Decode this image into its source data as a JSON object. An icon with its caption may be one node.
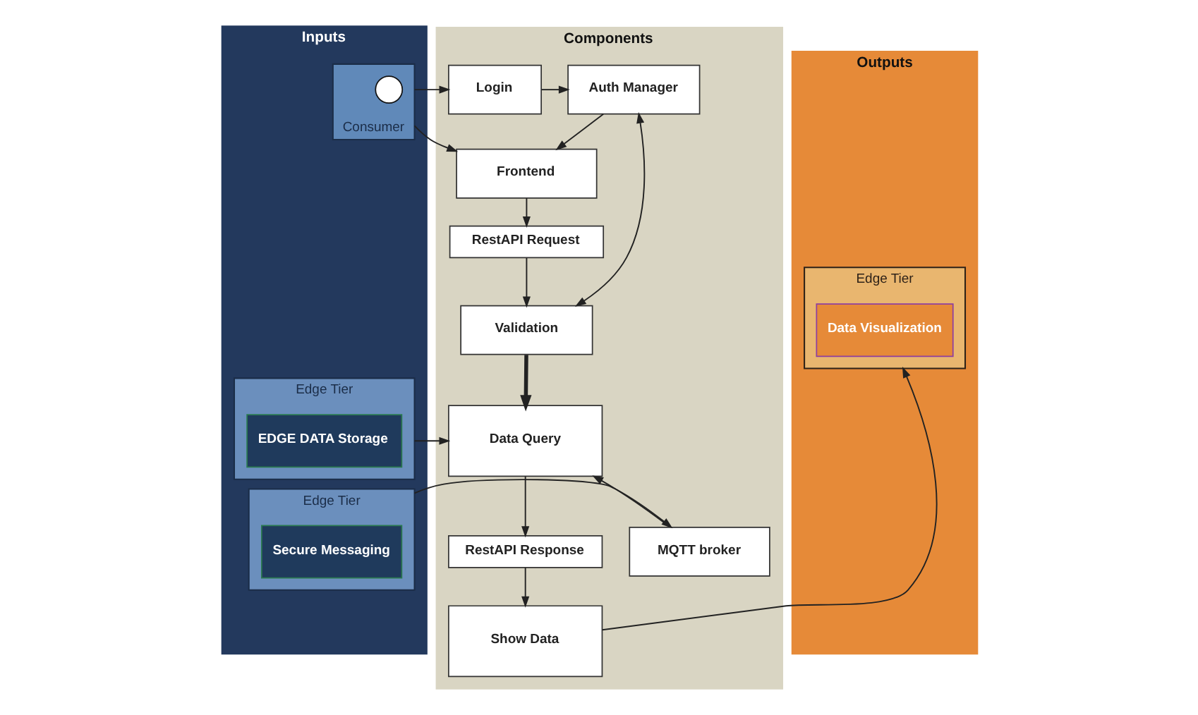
{
  "diagram": {
    "nodes": [
      {
        "text": [
          "Inputs"
        ]
      },
      {
        "text": [
          "Consumer"
        ],
        "in": 0
      },
      {
        "text": [],
        "shape": "person",
        "in": 1
      },
      {
        "text": [
          "Edge Tier"
        ],
        "in": 0
      },
      {
        "text": [
          "EDGE DATA Storage"
        ],
        "in": 3
      },
      {
        "text": [
          "Edge Tier"
        ],
        "in": 0
      },
      {
        "text": [
          "Secure Messaging"
        ],
        "in": 5
      },
      {
        "text": [
          "Components"
        ]
      },
      {
        "text": [
          "Login"
        ],
        "in": 7
      },
      {
        "text": [
          "Auth Manager"
        ],
        "in": 7
      },
      {
        "text": [
          "Frontend"
        ],
        "in": 7
      },
      {
        "text": [
          "RestAPI Request"
        ],
        "in": 7
      },
      {
        "text": [
          "Validation"
        ],
        "in": 7
      },
      {
        "text": [
          "Data Query"
        ],
        "in": 7
      },
      {
        "text": [
          "MQTT broker"
        ],
        "in": 7
      },
      {
        "text": [
          "RestAPI Response"
        ],
        "in": 7
      },
      {
        "text": [
          "Show Data"
        ],
        "in": 7
      },
      {
        "text": [
          "Outputs"
        ]
      },
      {
        "text": [
          "Edge Tier"
        ],
        "in": 17
      },
      {
        "text": [
          "Data Visualization"
        ],
        "in": 18
      }
    ],
    "edges": [
      {
        "from": 1,
        "to": 8,
        "arrow": "to"
      },
      {
        "from": 1,
        "to": 10,
        "arrow": "to"
      },
      {
        "from": 8,
        "to": 9,
        "arrow": "to"
      },
      {
        "from": 9,
        "to": 10,
        "arrow": "to"
      },
      {
        "from": 10,
        "to": 11,
        "arrow": "to"
      },
      {
        "from": 11,
        "to": 12,
        "arrow": "to"
      },
      {
        "from": 9,
        "to": 12,
        "arrow": "both"
      },
      {
        "from": 12,
        "to": 13,
        "arrow": "to",
        "style": "thick"
      },
      {
        "from": 3,
        "to": 13,
        "arrow": "to"
      },
      {
        "from": 5,
        "to": 14,
        "arrow": "to"
      },
      {
        "from": 14,
        "to": 13,
        "arrow": "to"
      },
      {
        "from": 13,
        "to": 15,
        "arrow": "to"
      },
      {
        "from": 15,
        "to": 16,
        "arrow": "to"
      },
      {
        "from": 16,
        "to": 18,
        "arrow": "to"
      }
    ]
  }
}
